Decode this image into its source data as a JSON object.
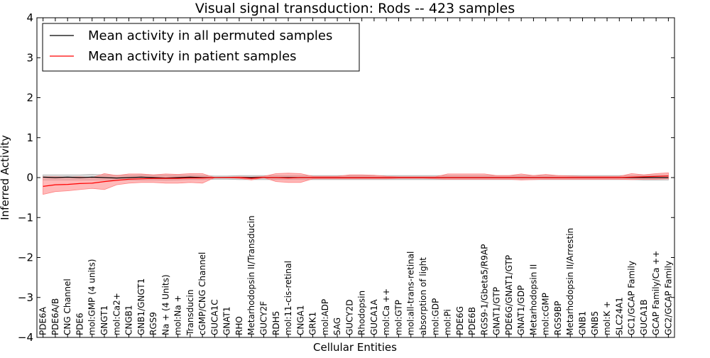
{
  "chart_data": {
    "type": "line",
    "title": "Visual signal transduction: Rods -- 423 samples",
    "xlabel": "Cellular Entities",
    "ylabel": "Inferred Activity",
    "ylim": [
      -4,
      4
    ],
    "yticks": [
      "4",
      "3",
      "2",
      "1",
      "0",
      "−1",
      "−2",
      "−3",
      "−4"
    ],
    "legend_position": "top-left",
    "grid": false,
    "categories": [
      "PDE6A",
      "PDE6A/B",
      "CNG Channel",
      "PDE6",
      "mol:GMP (4 units)",
      "GNGT1",
      "mol:Ca2+",
      "CNGB1",
      "GNB1/GNGT1",
      "RGS9",
      "Na + (4 Units)",
      "mol:Na +",
      "Transducin",
      "cGMP/CNG Channel",
      "GUCA1C",
      "GNAT1",
      "RHO",
      "Metarhodopsin II/Transducin",
      "GUCY2F",
      "RDH5",
      "mol:11-cis-retinal",
      "CNGA1",
      "GRK1",
      "mol:ADP",
      "SAG",
      "GUCY2D",
      "Rhodopsin",
      "GUCA1A",
      "mol:Ca ++",
      "mol:GTP",
      "mol:all-trans-retinal",
      "absorption of light",
      "mol:GDP",
      "mol:Pi",
      "PDE6G",
      "PDE6B",
      "RGS9-1/Gbeta5/R9AP",
      "GNAT1/GTP",
      "PDE6G/GNAT1/GTP",
      "GNAT1/GDP",
      "Metarhodopsin II",
      "mol:cGMP",
      "RGS9BP",
      "Metarhodopsin II/Arrestin",
      "GNB1",
      "GNB5",
      "mol:K +",
      "SLC24A1",
      "GC1/GCAP Family",
      "GUCA1B",
      "GCAP Family/Ca ++",
      "GC2/GCAP Family"
    ],
    "series": [
      {
        "name": "Mean activity in all permuted samples",
        "color": "#000000",
        "band_color": "#b0b0b0",
        "values": [
          0.01,
          0.0,
          0.01,
          0.0,
          0.01,
          0.0,
          -0.01,
          0.0,
          0.01,
          0.0,
          -0.01,
          0.0,
          0.01,
          0.0,
          0.0,
          0.0,
          0.0,
          0.0,
          0.0,
          0.0,
          0.0,
          0.0,
          0.0,
          0.0,
          0.0,
          0.0,
          0.0,
          0.0,
          0.0,
          0.0,
          0.0,
          0.0,
          0.0,
          0.0,
          0.0,
          0.0,
          0.0,
          0.0,
          0.0,
          0.0,
          0.0,
          0.0,
          0.0,
          0.0,
          0.0,
          0.0,
          0.0,
          0.0,
          0.0,
          0.0,
          0.0,
          0.0
        ],
        "lower": [
          -0.06,
          -0.06,
          -0.06,
          -0.06,
          -0.06,
          -0.06,
          -0.07,
          -0.06,
          -0.06,
          -0.06,
          -0.07,
          -0.06,
          -0.05,
          -0.05,
          -0.04,
          -0.04,
          -0.05,
          -0.05,
          -0.05,
          -0.05,
          -0.05,
          -0.05,
          -0.05,
          -0.05,
          -0.05,
          -0.05,
          -0.05,
          -0.05,
          -0.05,
          -0.05,
          -0.05,
          -0.05,
          -0.05,
          -0.05,
          -0.05,
          -0.05,
          -0.05,
          -0.05,
          -0.05,
          -0.05,
          -0.05,
          -0.05,
          -0.05,
          -0.05,
          -0.05,
          -0.05,
          -0.05,
          -0.05,
          -0.05,
          -0.06,
          -0.06,
          -0.06
        ],
        "upper": [
          0.07,
          0.07,
          0.07,
          0.07,
          0.08,
          0.07,
          0.06,
          0.06,
          0.07,
          0.06,
          0.06,
          0.06,
          0.06,
          0.05,
          0.04,
          0.04,
          0.05,
          0.05,
          0.05,
          0.05,
          0.05,
          0.05,
          0.05,
          0.05,
          0.05,
          0.05,
          0.05,
          0.05,
          0.05,
          0.05,
          0.05,
          0.05,
          0.05,
          0.05,
          0.05,
          0.05,
          0.05,
          0.05,
          0.05,
          0.05,
          0.05,
          0.05,
          0.05,
          0.05,
          0.05,
          0.05,
          0.05,
          0.05,
          0.05,
          0.06,
          0.06,
          0.06
        ]
      },
      {
        "name": "Mean activity in patient samples",
        "color": "#ff0000",
        "band_color": "#ff8080",
        "values": [
          -0.22,
          -0.18,
          -0.17,
          -0.15,
          -0.14,
          -0.1,
          -0.07,
          -0.04,
          -0.03,
          -0.02,
          -0.02,
          -0.02,
          -0.01,
          -0.01,
          0.0,
          0.0,
          0.0,
          -0.02,
          0.0,
          0.0,
          -0.01,
          0.0,
          0.0,
          0.0,
          0.0,
          0.0,
          0.0,
          0.0,
          0.0,
          0.0,
          0.0,
          0.0,
          0.0,
          0.0,
          0.0,
          0.0,
          0.0,
          0.0,
          0.0,
          0.0,
          0.0,
          0.0,
          0.0,
          0.0,
          0.0,
          0.0,
          0.0,
          0.0,
          0.01,
          0.02,
          0.03,
          0.04
        ],
        "lower": [
          -0.42,
          -0.35,
          -0.33,
          -0.3,
          -0.27,
          -0.3,
          -0.18,
          -0.14,
          -0.12,
          -0.12,
          -0.14,
          -0.14,
          -0.12,
          -0.14,
          0.0,
          0.0,
          -0.02,
          -0.06,
          0.0,
          -0.1,
          -0.12,
          -0.12,
          -0.03,
          -0.03,
          -0.03,
          -0.03,
          -0.03,
          -0.03,
          -0.03,
          -0.02,
          -0.02,
          -0.02,
          -0.03,
          -0.04,
          -0.04,
          -0.04,
          -0.04,
          -0.04,
          -0.04,
          -0.06,
          -0.05,
          -0.04,
          -0.04,
          -0.04,
          -0.04,
          -0.04,
          -0.04,
          -0.04,
          -0.05,
          -0.04,
          -0.04,
          -0.03
        ],
        "upper": [
          0.02,
          0.02,
          0.01,
          0.02,
          0.0,
          0.1,
          0.05,
          0.09,
          0.09,
          0.07,
          0.09,
          0.08,
          0.1,
          0.1,
          0.0,
          0.01,
          0.02,
          0.01,
          0.03,
          0.1,
          0.11,
          0.1,
          0.03,
          0.03,
          0.03,
          0.07,
          0.07,
          0.06,
          0.03,
          0.02,
          0.02,
          0.02,
          0.02,
          0.09,
          0.09,
          0.09,
          0.09,
          0.05,
          0.05,
          0.09,
          0.05,
          0.08,
          0.05,
          0.04,
          0.03,
          0.03,
          0.03,
          0.03,
          0.1,
          0.07,
          0.1,
          0.12
        ]
      }
    ]
  }
}
